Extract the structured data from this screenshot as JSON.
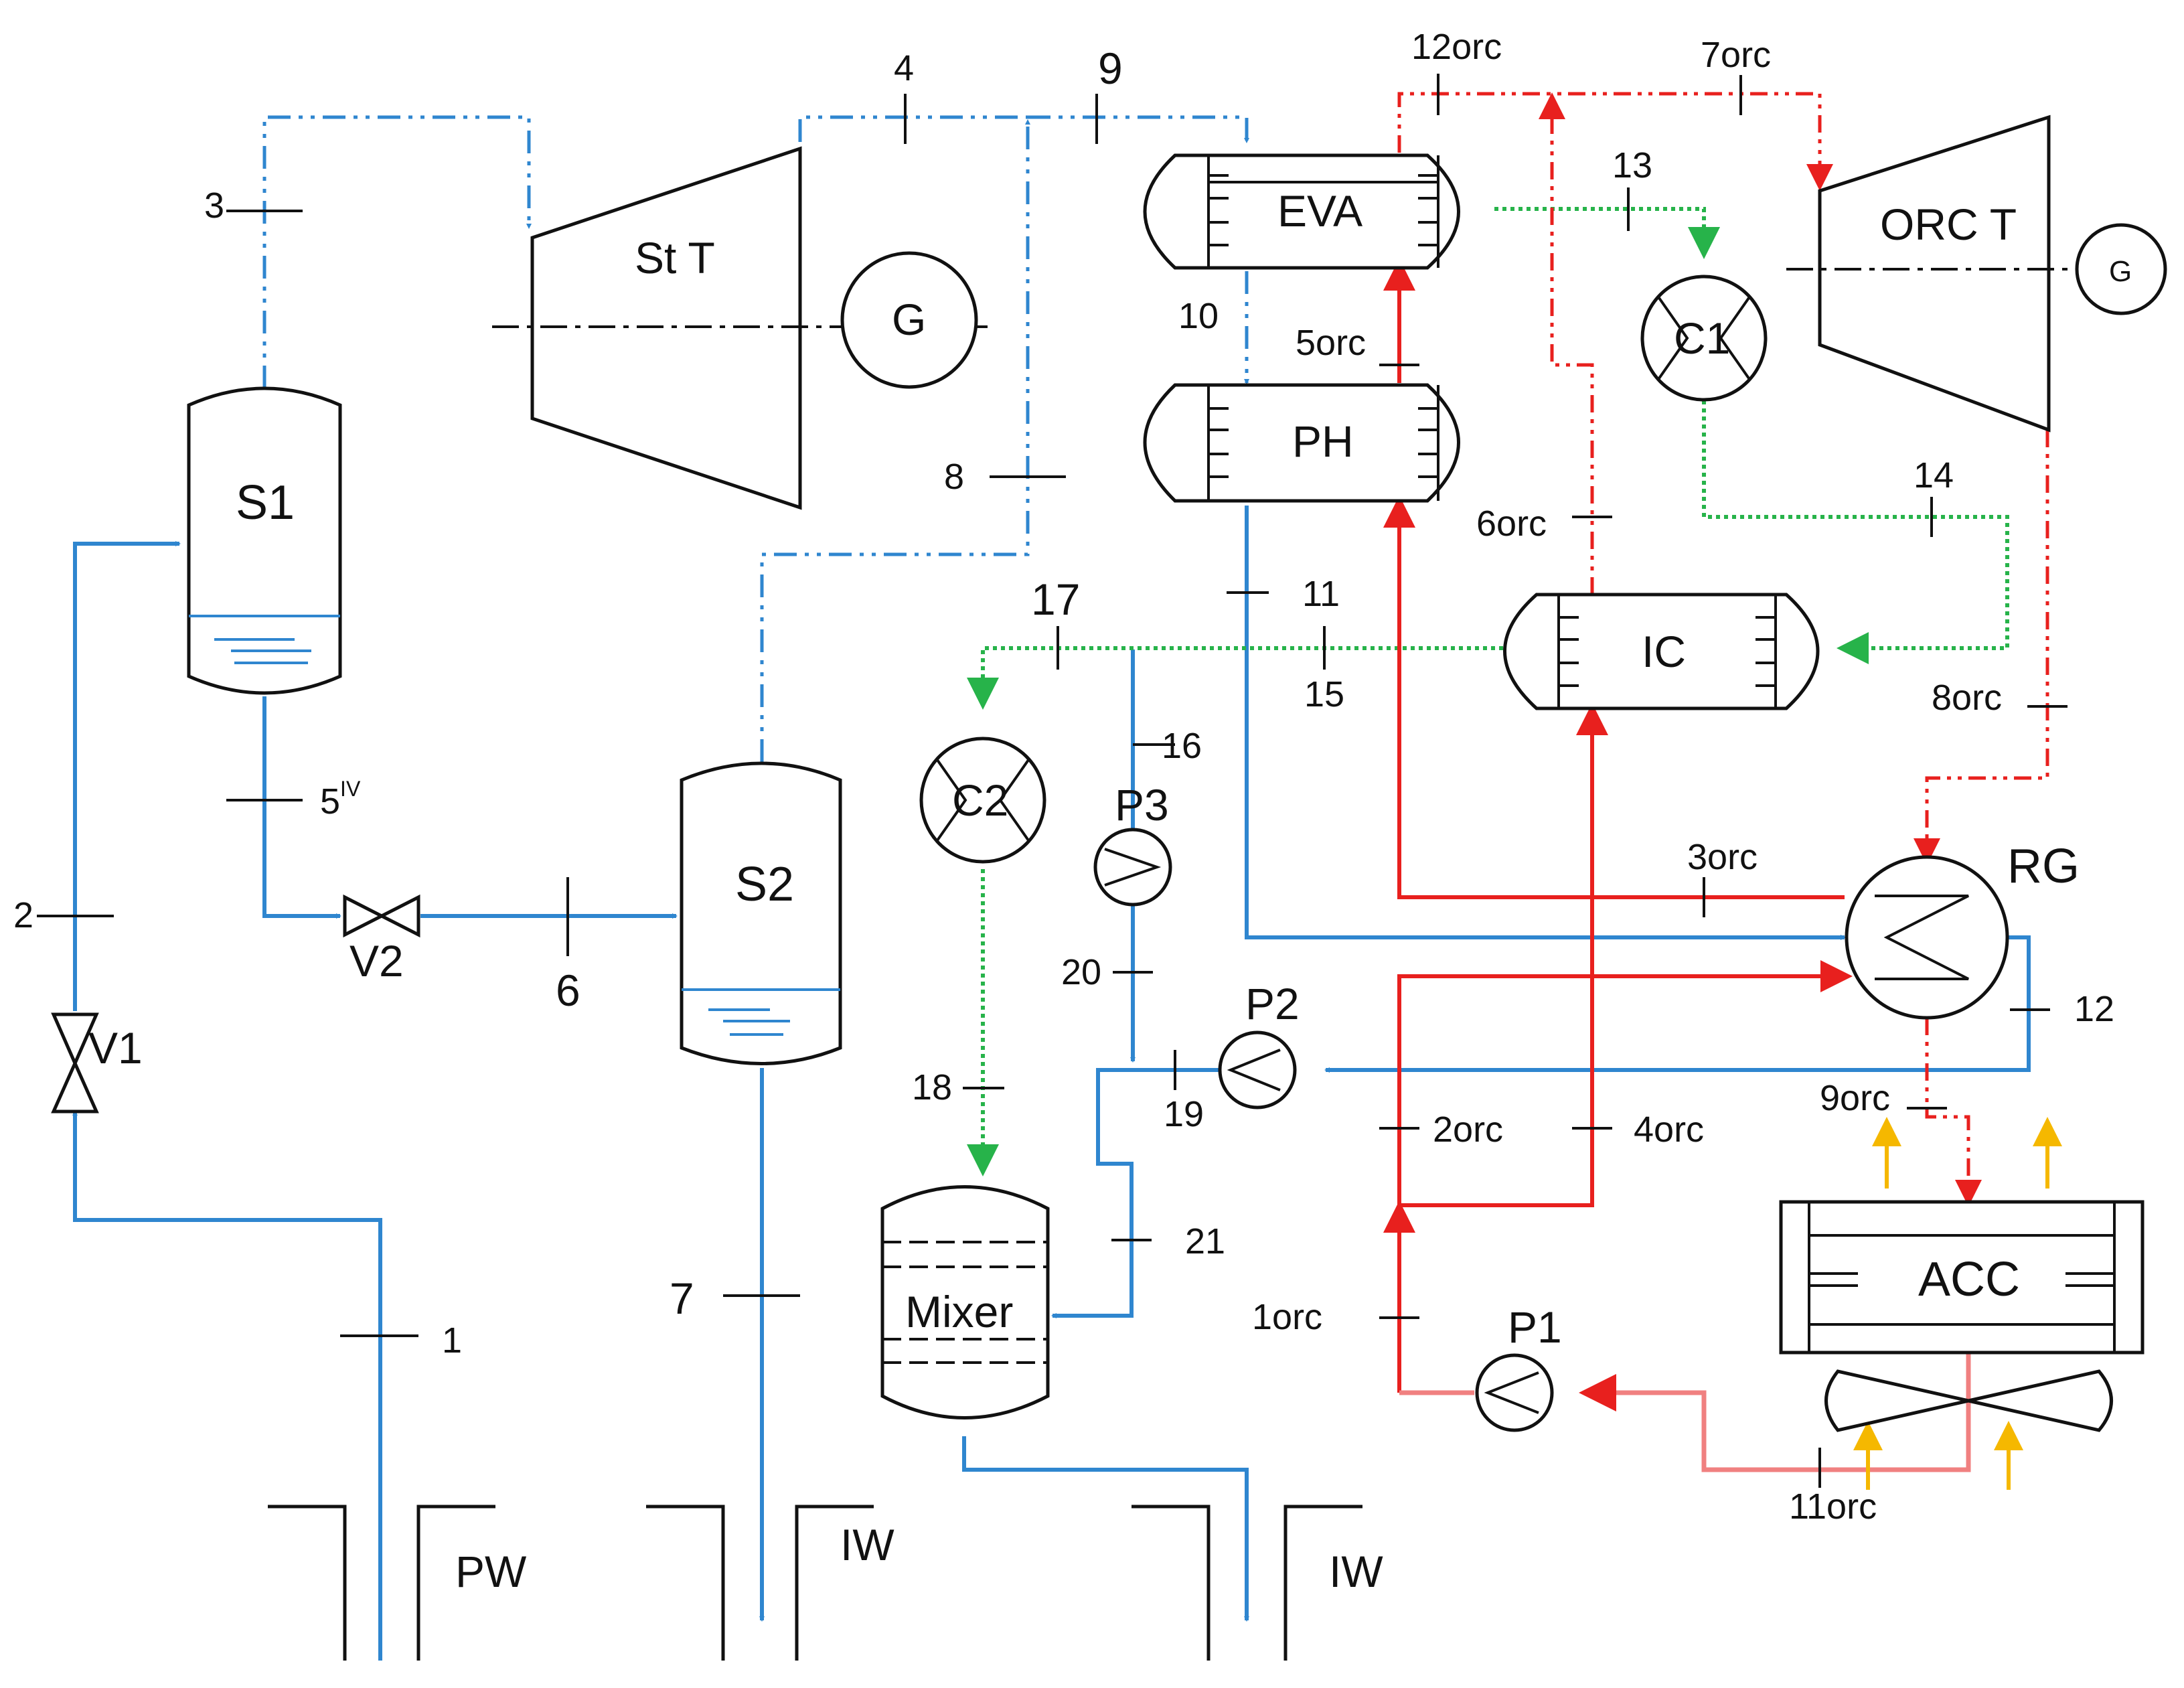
{
  "equipment": {
    "s1": "S1",
    "s2": "S2",
    "stt": "St T",
    "g1": "G",
    "g2": "G",
    "eva": "EVA",
    "ph": "PH",
    "ic": "IC",
    "orct": "ORC T",
    "c1": "C1",
    "c2": "C2",
    "p1": "P1",
    "p2": "P2",
    "p3": "P3",
    "v1": "V1",
    "v2": "V2",
    "rg": "RG",
    "acc": "ACC",
    "mixer": "Mixer",
    "pw": "PW",
    "iw1": "IW",
    "iw2": "IW"
  },
  "streams": {
    "s1": "1",
    "s2": "2",
    "s3": "3",
    "s4": "4",
    "s5": "5",
    "s5sup": "IV",
    "s6": "6",
    "s7": "7",
    "s8": "8",
    "s9": "9",
    "s10": "10",
    "s11": "11",
    "s12": "12",
    "s13": "13",
    "s14": "14",
    "s15": "15",
    "s16": "16",
    "s17": "17",
    "s18": "18",
    "s19": "19",
    "s20": "20",
    "s21": "21",
    "o1": "1orc",
    "o2": "2orc",
    "o3": "3orc",
    "o4": "4orc",
    "o5": "5orc",
    "o6": "6orc",
    "o7": "7orc",
    "o8": "8orc",
    "o9": "9orc",
    "o11": "11orc",
    "o12": "12orc"
  },
  "colors": {
    "water": "#2f86cf",
    "gas": "#27b34a",
    "orc": "#e8201e",
    "orc_light": "#f08080",
    "air": "#f5b800"
  }
}
